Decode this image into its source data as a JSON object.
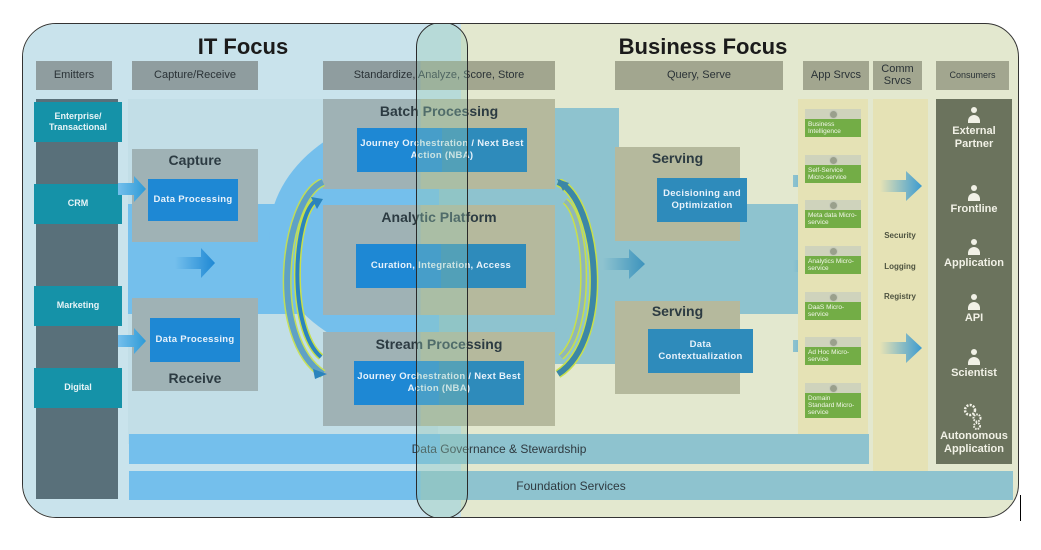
{
  "titles": {
    "it_focus": "IT Focus",
    "business_focus": "Business Focus"
  },
  "headers": {
    "emitters": "Emitters",
    "capture_receive": "Capture/Receive",
    "standardize": "Standardize, Analyze, Score, Store",
    "query_serve": "Query, Serve",
    "app_srvcs": "App Srvcs",
    "comm_srvcs": "Comm Srvcs",
    "consumers": "Consumers"
  },
  "emitters": [
    "Enterprise/ Transactional",
    "CRM",
    "Marketing",
    "Digital"
  ],
  "capture": {
    "title": "Capture",
    "box": "Data Processing"
  },
  "receive": {
    "title": "Receive",
    "box": "Data Processing"
  },
  "batch": {
    "title": "Batch Processing",
    "box": "Journey Orchestration / Next Best Action (NBA)"
  },
  "analytic": {
    "title": "Analytic Platform",
    "box": "Curation, Integration, Access"
  },
  "stream": {
    "title": "Stream Processing",
    "box": "Journey Orchestration / Next Best Action (NBA)"
  },
  "serving_top": {
    "title": "Serving",
    "box": "Decisioning and Optimization"
  },
  "serving_bottom": {
    "title": "Serving",
    "box": "Data Contextualization"
  },
  "app_services": [
    "Business Intelligence",
    "Self-Service Micro-service",
    "Meta data Micro-service",
    "Analytics Micro-service",
    "DaaS Micro-service",
    "Ad Hoc Micro-service",
    "Domain Standard Micro-service"
  ],
  "comm_services": [
    "Security",
    "Logging",
    "Registry"
  ],
  "consumers": [
    {
      "label": "External Partner",
      "icon": "person-icon"
    },
    {
      "label": "Frontline",
      "icon": "person-icon"
    },
    {
      "label": "Application",
      "icon": "person-icon"
    },
    {
      "label": "API",
      "icon": "person-icon"
    },
    {
      "label": "Scientist",
      "icon": "person-icon"
    },
    {
      "label": "Autonomous Application",
      "icon": "gears-icon"
    }
  ],
  "bands": {
    "governance": "Data Governance & Stewardship",
    "foundation": "Foundation Services"
  },
  "colors": {
    "it_bg": "#c9e3ec",
    "business_bg": "#e3e8cf",
    "flow_blue": "#74bfec",
    "box_blue": "#1e88d4",
    "microservice_green": "#73ad46",
    "consumer_panel": "#6b735d",
    "emitter_panel": "#59707a",
    "emitter_teal": "#1592a8"
  }
}
